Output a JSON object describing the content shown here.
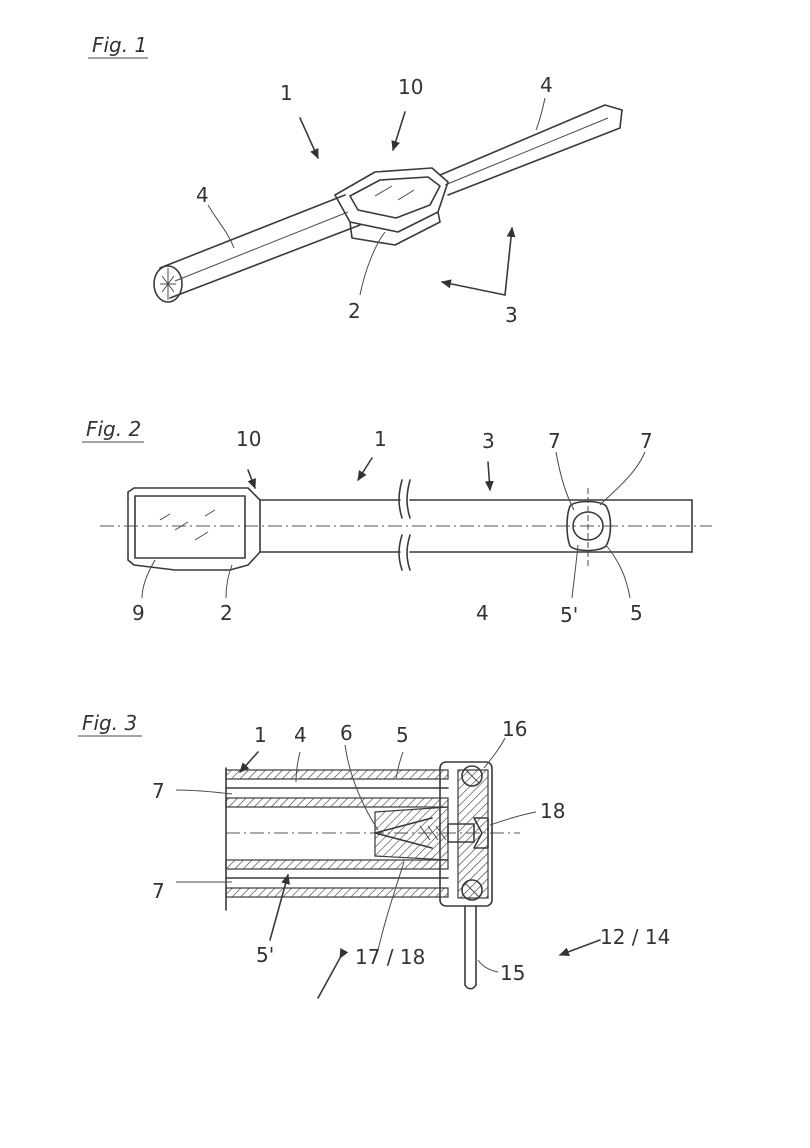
{
  "figures": {
    "fig1": {
      "title": "Fig. 1",
      "labels": {
        "n1": "1",
        "n10": "10",
        "n4a": "4",
        "n4b": "4",
        "n2": "2",
        "n3": "3"
      }
    },
    "fig2": {
      "title": "Fig. 2",
      "labels": {
        "n10": "10",
        "n1": "1",
        "n3": "3",
        "n7a": "7",
        "n7b": "7",
        "n9": "9",
        "n2": "2",
        "n4": "4",
        "n5p": "5'",
        "n5": "5"
      }
    },
    "fig3": {
      "title": "Fig. 3",
      "labels": {
        "n1": "1",
        "n4": "4",
        "n6": "6",
        "n5": "5",
        "n16": "16",
        "n7a": "7",
        "n18": "18",
        "n7b": "7",
        "n5p": "5'",
        "n1718": "17 / 18",
        "n1214": "12 / 14",
        "n15": "15"
      }
    }
  }
}
